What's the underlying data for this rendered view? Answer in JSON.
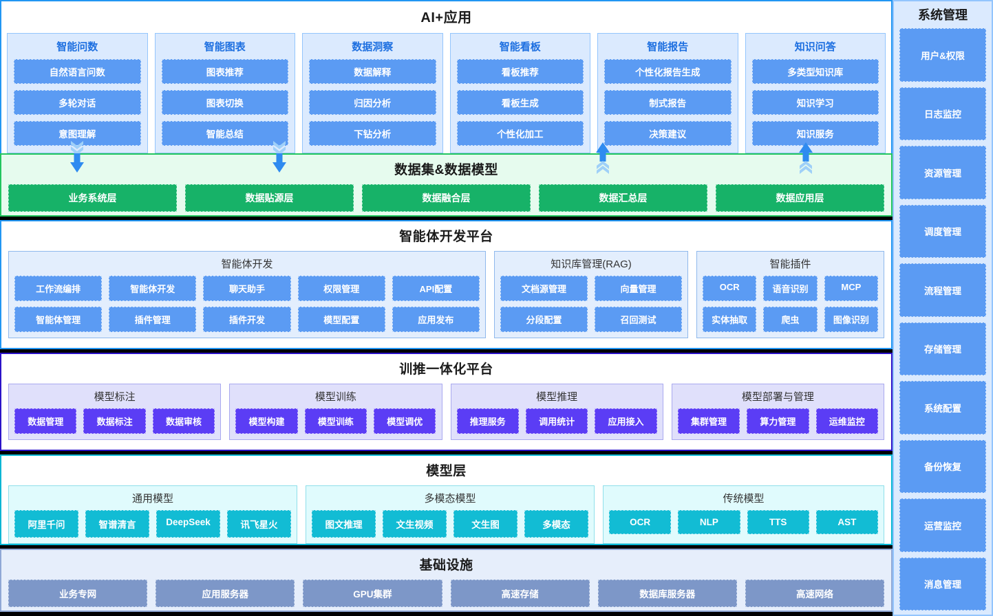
{
  "ai_app": {
    "title": "AI+应用",
    "cards": [
      {
        "title": "智能问数",
        "items": [
          "自然语言问数",
          "多轮对话",
          "意图理解"
        ]
      },
      {
        "title": "智能图表",
        "items": [
          "图表推荐",
          "图表切换",
          "智能总结"
        ]
      },
      {
        "title": "数据洞察",
        "items": [
          "数据解释",
          "归因分析",
          "下钻分析"
        ]
      },
      {
        "title": "智能看板",
        "items": [
          "看板推荐",
          "看板生成",
          "个性化加工"
        ]
      },
      {
        "title": "智能报告",
        "items": [
          "个性化报告生成",
          "制式报告",
          "决策建议"
        ]
      },
      {
        "title": "知识问答",
        "items": [
          "多类型知识库",
          "知识学习",
          "知识服务"
        ]
      }
    ]
  },
  "data_layer": {
    "title": "数据集&数据模型",
    "items": [
      "业务系统层",
      "数据贴源层",
      "数据融合层",
      "数据汇总层",
      "数据应用层"
    ]
  },
  "agent_platform": {
    "title": "智能体开发平台",
    "groups": [
      {
        "title": "智能体开发",
        "items": [
          "工作流编排",
          "智能体开发",
          "聊天助手",
          "权限管理",
          "API配置",
          "智能体管理",
          "插件管理",
          "插件开发",
          "模型配置",
          "应用发布"
        ]
      },
      {
        "title": "知识库管理(RAG)",
        "items": [
          "文档源管理",
          "向量管理",
          "分段配置",
          "召回测试"
        ]
      },
      {
        "title": "智能插件",
        "items": [
          "OCR",
          "语音识别",
          "MCP",
          "实体抽取",
          "爬虫",
          "图像识别"
        ]
      }
    ]
  },
  "train_platform": {
    "title": "训推一体化平台",
    "groups": [
      {
        "title": "模型标注",
        "items": [
          "数据管理",
          "数据标注",
          "数据审核"
        ]
      },
      {
        "title": "模型训练",
        "items": [
          "模型构建",
          "模型训练",
          "模型调优"
        ]
      },
      {
        "title": "模型推理",
        "items": [
          "推理服务",
          "调用统计",
          "应用接入"
        ]
      },
      {
        "title": "模型部署与管理",
        "items": [
          "集群管理",
          "算力管理",
          "运维监控"
        ]
      }
    ]
  },
  "model_layer": {
    "title": "模型层",
    "groups": [
      {
        "title": "通用模型",
        "items": [
          "阿里千问",
          "智谱清言",
          "DeepSeek",
          "讯飞星火"
        ]
      },
      {
        "title": "多模态模型",
        "items": [
          "图文推理",
          "文生视频",
          "文生图",
          "多模态"
        ]
      },
      {
        "title": "传统模型",
        "items": [
          "OCR",
          "NLP",
          "TTS",
          "AST"
        ]
      }
    ]
  },
  "infrastructure": {
    "title": "基础设施",
    "items": [
      "业务专网",
      "应用服务器",
      "GPU集群",
      "高速存储",
      "数据库服务器",
      "高速网络"
    ]
  },
  "sidebar": {
    "title": "系统管理",
    "items": [
      "用户&权限",
      "日志监控",
      "资源管理",
      "调度管理",
      "流程管理",
      "存储管理",
      "系统配置",
      "备份恢复",
      "运营监控",
      "消息管理"
    ]
  },
  "colors": {
    "ai_accent": "#2196f3",
    "data_accent": "#22c55e",
    "agent_accent": "#2196f3",
    "train_accent": "#2b12c8",
    "model_accent": "#06b6d4",
    "infra_accent": "#8fa8d6",
    "arrow": "#2196f3"
  }
}
